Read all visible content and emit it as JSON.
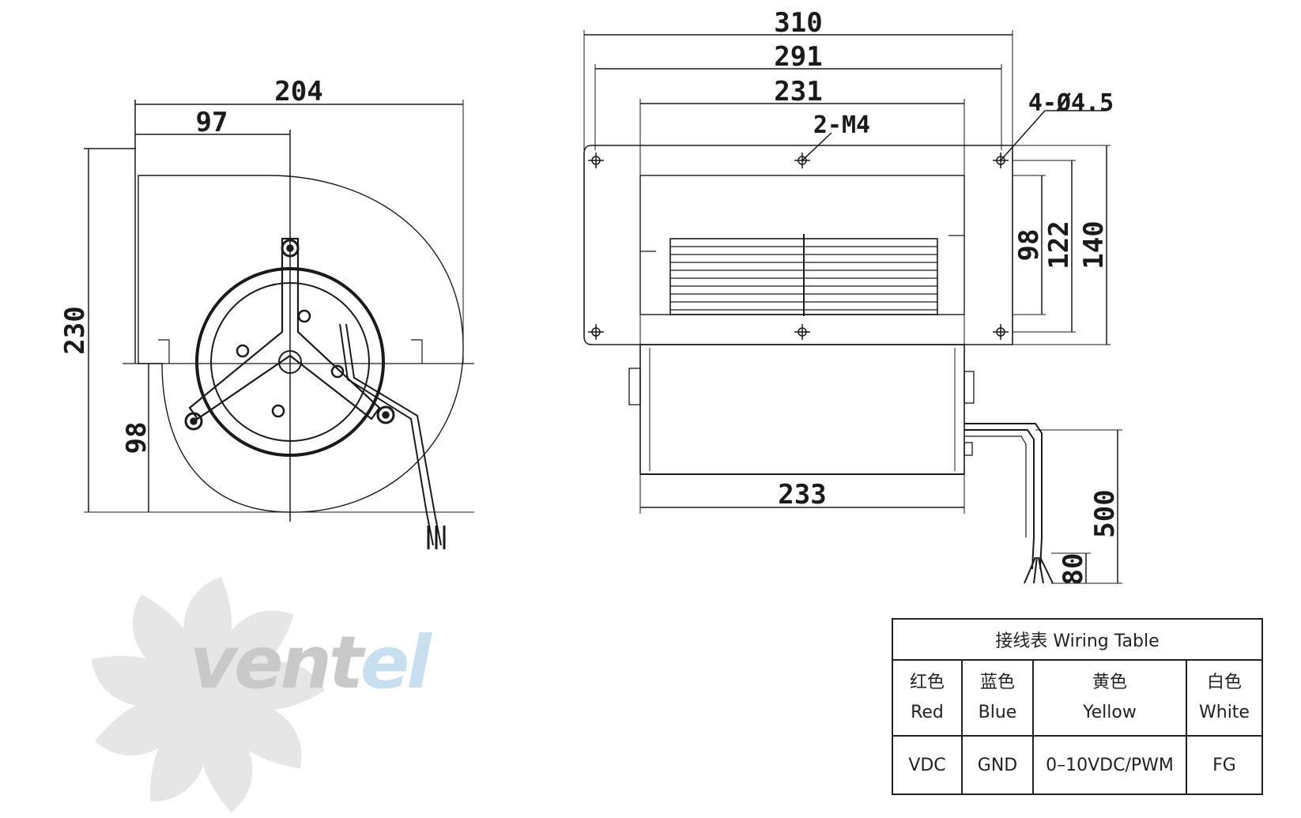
{
  "brand": "ventel",
  "brand_parts": {
    "main": "vent",
    "accent": "el"
  },
  "colors": {
    "line": "#1a1a1a",
    "thin_line": "#555555",
    "watermark_gray": "#c9c9c9",
    "watermark_blue": "#c8dff0"
  },
  "front_view": {
    "dims": {
      "overall_width": "204",
      "offset_width": "97",
      "height": "230",
      "axis_height": "98"
    }
  },
  "side_view": {
    "dims": {
      "w310": "310",
      "w291": "291",
      "w231": "231",
      "h98": "98",
      "h122": "122",
      "h140": "140",
      "w233": "233",
      "cable_length": "500",
      "lead_length": "80"
    },
    "callouts": {
      "mount_holes": "4-Ø4.5",
      "screw_holes": "2-M4"
    }
  },
  "wiring_table": {
    "title": "接线表 Wiring Table",
    "columns": [
      {
        "color_cn": "红色",
        "color_en": "Red",
        "value": "VDC"
      },
      {
        "color_cn": "蓝色",
        "color_en": "Blue",
        "value": "GND"
      },
      {
        "color_cn": "黄色",
        "color_en": "Yellow",
        "value": "0–10VDC/PWM"
      },
      {
        "color_cn": "白色",
        "color_en": "White",
        "value": "FG"
      }
    ]
  }
}
